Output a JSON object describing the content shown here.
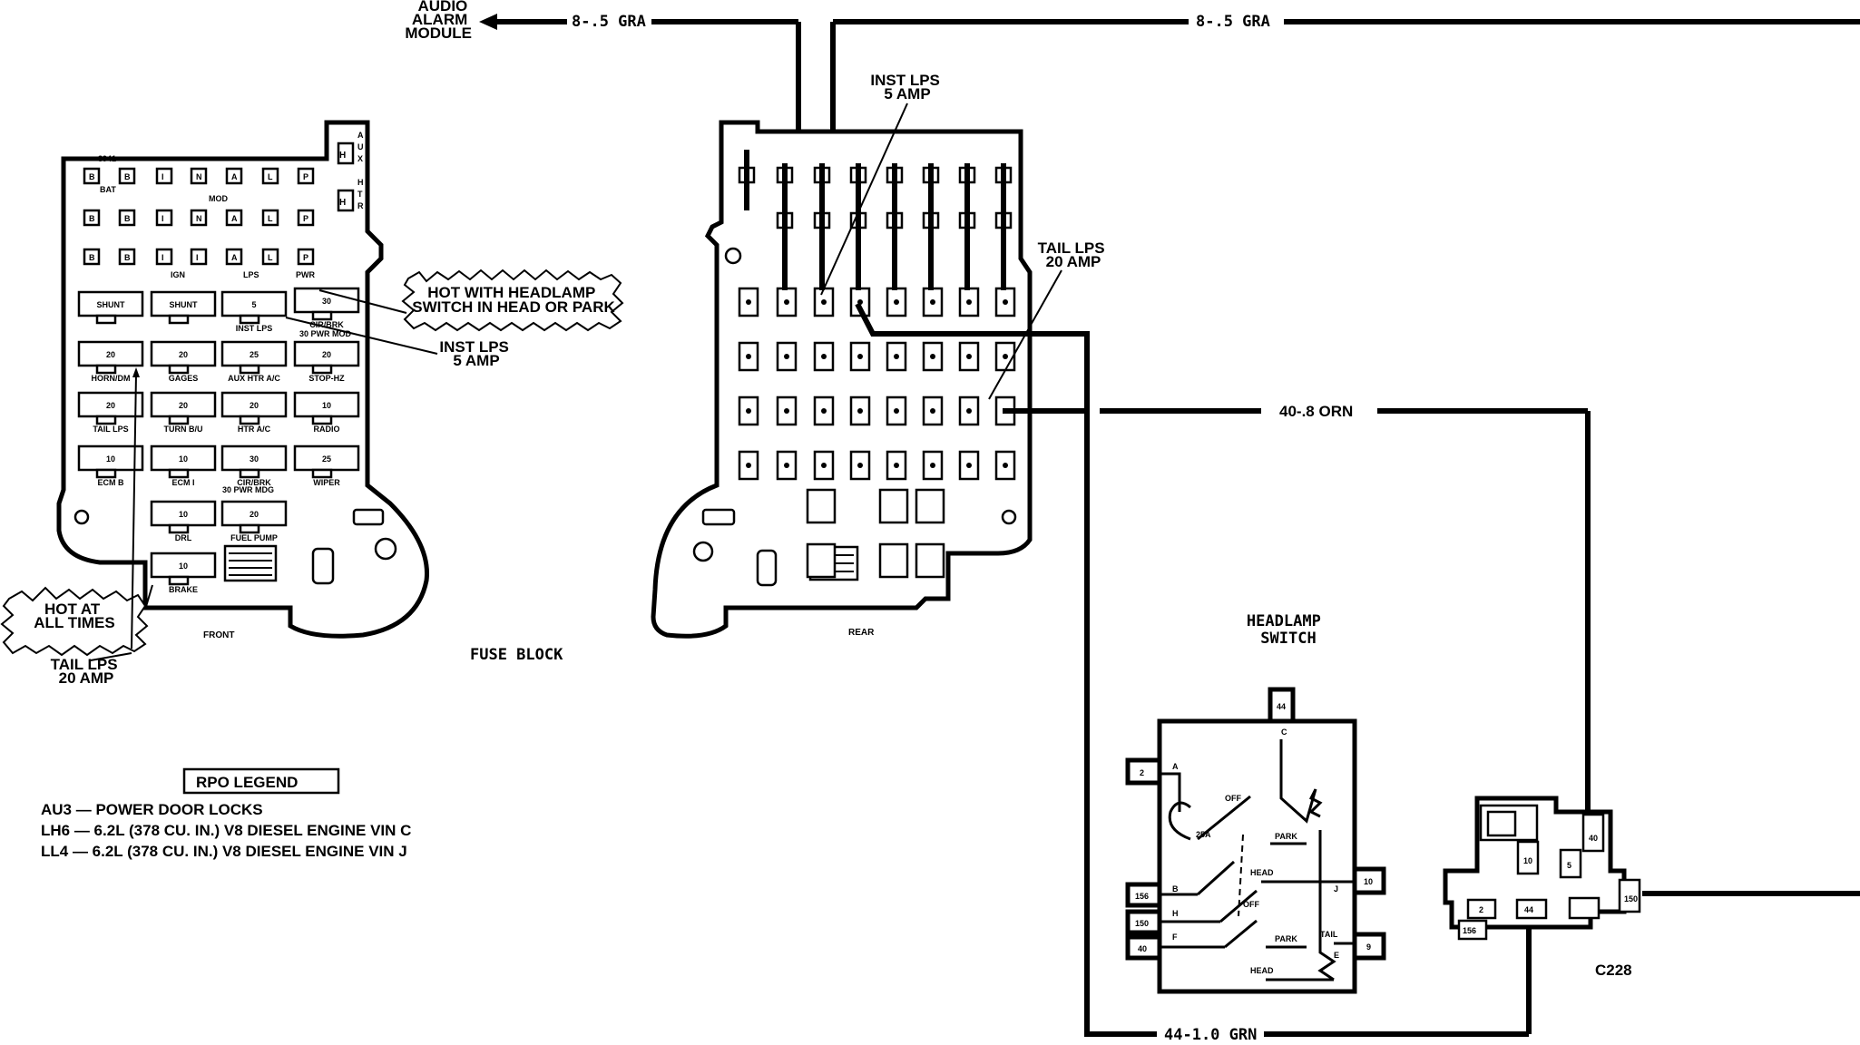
{
  "wires": {
    "audio_alarm": "AUDIO\nALARM\nMODULE",
    "top_left_wire": "8-.5 GRA",
    "top_right_wire": "8-.5 GRA",
    "orn_wire": "40-.8 ORN",
    "grn_wire": "44-1.0 GRN"
  },
  "callouts": {
    "inst_lps_top": "INST LPS\n5 AMP",
    "tail_lps_right": "TAIL LPS\n20 AMP",
    "hot_headlamp": "HOT WITH HEADLAMP\nSWITCH IN HEAD OR PARK",
    "inst_lps_mid": "INST LPS\n5 AMP",
    "hot_all_times": "HOT AT\nALL TIMES",
    "tail_lps_bottom": "TAIL LPS\n20 AMP"
  },
  "fuse_block": {
    "title": "FUSE BLOCK",
    "front_label": "FRONT",
    "rear_label": "REAR",
    "side_labels": [
      "A",
      "U",
      "X",
      "H",
      "T",
      "R"
    ],
    "top_code": "8941",
    "small_row1": [
      "B",
      "B",
      "I",
      "N",
      "A",
      "L",
      "P"
    ],
    "small_row2": [
      "B",
      "B",
      "I",
      "N",
      "A",
      "L",
      "P"
    ],
    "small_row3": [
      "B",
      "B",
      "I",
      "I",
      "A",
      "L",
      "P"
    ],
    "row_tags": [
      "BAT",
      "MOD",
      "IGN",
      "LPS",
      "PWR"
    ],
    "fuses": [
      {
        "top": "SHUNT",
        "bottom": ""
      },
      {
        "top": "SHUNT",
        "bottom": ""
      },
      {
        "top": "5",
        "bottom": "INST LPS"
      },
      {
        "top": "30",
        "bottom": "CIR/BRK"
      },
      {
        "top": "20",
        "bottom": "HORN/DM"
      },
      {
        "top": "20",
        "bottom": "GAGES"
      },
      {
        "top": "25",
        "bottom": "AUX HTR A/C"
      },
      {
        "top": "20",
        "bottom": "STOP-HZ"
      },
      {
        "top": "20",
        "bottom": "TAIL LPS"
      },
      {
        "top": "20",
        "bottom": "TURN B/U"
      },
      {
        "top": "20",
        "bottom": "HTR A/C"
      },
      {
        "top": "10",
        "bottom": "RADIO"
      },
      {
        "top": "10",
        "bottom": "ECM B"
      },
      {
        "top": "10",
        "bottom": "ECM I"
      },
      {
        "top": "30",
        "bottom": "CIR/BRK"
      },
      {
        "top": "25",
        "bottom": "WIPER"
      },
      {
        "top": "10",
        "bottom": "DRL"
      },
      {
        "top": "20",
        "bottom": "FUEL PUMP"
      },
      {
        "top": "10",
        "bottom": "BRAKE"
      }
    ],
    "pwr_mod_1": "30 PWR MOD",
    "pwr_mod_2": "30 PWR MDG"
  },
  "legend": {
    "title": "RPO LEGEND",
    "items": [
      "AU3 — POWER DOOR LOCKS",
      "LH6 — 6.2L (378 CU. IN.) V8 DIESEL ENGINE VIN C",
      "LL4 — 6.2L (378 CU. IN.) V8 DIESEL ENGINE VIN J"
    ]
  },
  "headlamp_switch": {
    "title": "HEADLAMP\nSWITCH",
    "terminals_left": [
      "2",
      "156",
      "150",
      "40"
    ],
    "terminals_right": [
      "10",
      "9"
    ],
    "terminal_top": "44",
    "pins": [
      "A",
      "B",
      "C",
      "E",
      "F",
      "H",
      "J"
    ],
    "positions": [
      "OFF",
      "PARK",
      "HEAD",
      "OFF",
      "PARK",
      "HEAD",
      "TAIL"
    ],
    "breaker": "25A"
  },
  "connector": {
    "name": "C228",
    "pins": [
      "40",
      "10",
      "5",
      "150",
      "2",
      "44",
      "156"
    ]
  }
}
